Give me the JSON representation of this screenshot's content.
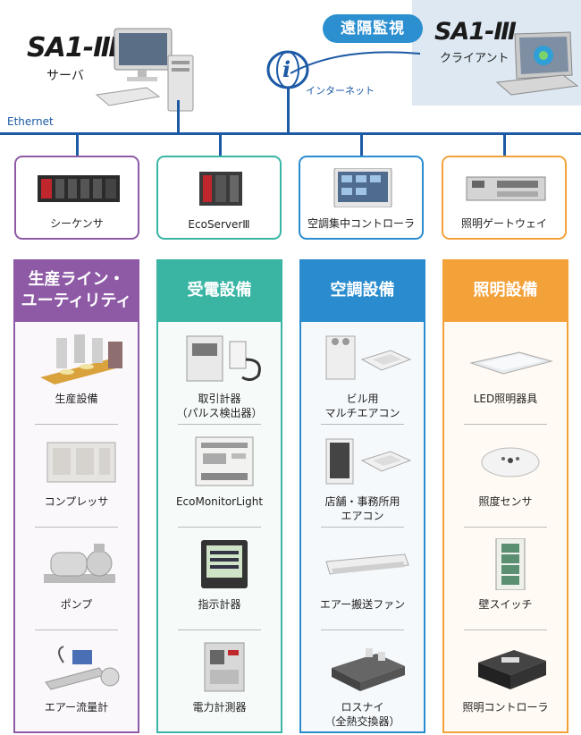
{
  "header": {
    "remote_badge": "遠隔監視",
    "server_logo": "SA1-Ⅲ",
    "server_label": "サーバ",
    "client_logo": "SA1-Ⅲ",
    "client_label": "クライアント",
    "internet_label": "インターネット",
    "ethernet_label": "Ethernet"
  },
  "controllers": [
    {
      "label": "シーケンサ"
    },
    {
      "label": "EcoServerⅢ"
    },
    {
      "label": "空調集中コントローラ"
    },
    {
      "label": "照明ゲートウェイ"
    }
  ],
  "columns": [
    {
      "title_line1": "生産ライン・",
      "title_line2": "ユーティリティ",
      "items": [
        {
          "label": "生産設備"
        },
        {
          "label": "コンプレッサ"
        },
        {
          "label": "ポンプ"
        },
        {
          "label": "エアー流量計"
        }
      ]
    },
    {
      "title_line1": "受電設備",
      "title_line2": "",
      "items": [
        {
          "label": "取引計器",
          "label2": "（パルス検出器）"
        },
        {
          "label": "EcoMonitorLight"
        },
        {
          "label": "指示計器"
        },
        {
          "label": "電力計測器"
        }
      ]
    },
    {
      "title_line1": "空調設備",
      "title_line2": "",
      "items": [
        {
          "label": "ビル用",
          "label2": "マルチエアコン"
        },
        {
          "label": "店舗・事務所用",
          "label2": "エアコン"
        },
        {
          "label": "エアー搬送ファン"
        },
        {
          "label": "ロスナイ",
          "label2": "（全熱交換器）"
        }
      ]
    },
    {
      "title_line1": "照明設備",
      "title_line2": "",
      "items": [
        {
          "label": "LED照明器具"
        },
        {
          "label": "照度センサ"
        },
        {
          "label": "壁スイッチ"
        },
        {
          "label": "照明コントローラ"
        }
      ]
    }
  ],
  "colors": {
    "network": "#1c5aa5",
    "purple": "#8e5aa6",
    "teal": "#3ab5a4",
    "blue": "#2a8ccf",
    "orange": "#f3a23a",
    "remote_badge": "#2c8fd0"
  }
}
